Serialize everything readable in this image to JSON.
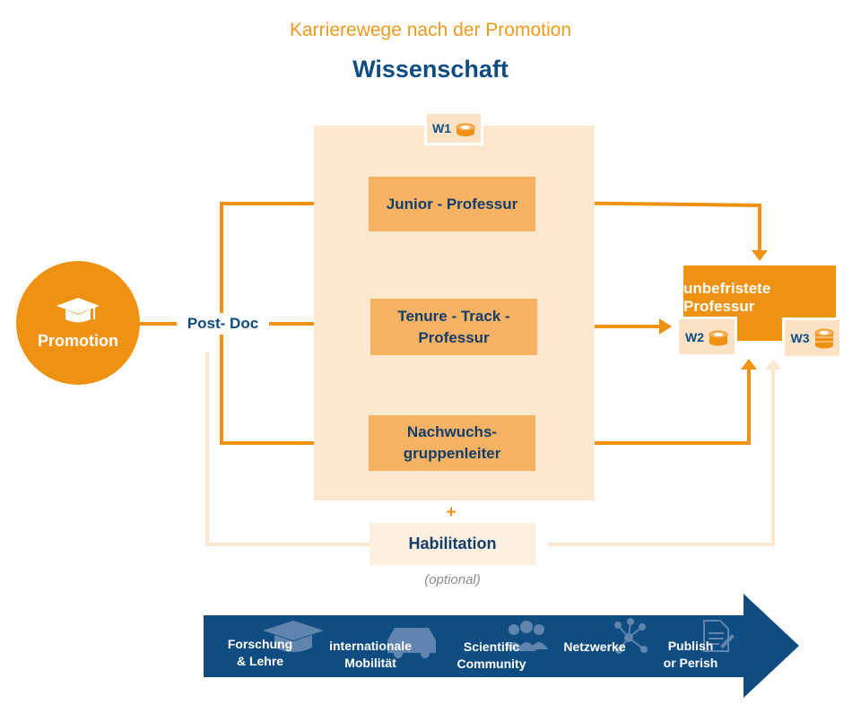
{
  "header": {
    "supertitle": "Karrierewege nach der Promotion",
    "title": "Wissenschaft"
  },
  "nodes": {
    "promotion": "Promotion",
    "postdoc": "Post- Doc",
    "junior_professur": "Junior - Professur",
    "tenure_track_line1": "Tenure - Track -",
    "tenure_track_line2": "Professur",
    "nachwuchs_line1": "Nachwuchs-",
    "nachwuchs_line2": "gruppenleiter",
    "unbefristet_line1": "unbefristete",
    "unbefristet_line2": "Professur",
    "plus": "+",
    "habilitation": "Habilitation",
    "optional": "(optional)"
  },
  "badges": {
    "w1": "W1",
    "w2": "W2",
    "w3": "W3"
  },
  "timeline": {
    "items": [
      {
        "line1": "Forschung",
        "line2": "& Lehre",
        "icon": "graduation-cap-icon"
      },
      {
        "line1": "internationale",
        "line2": "Mobilität",
        "icon": "car-icon"
      },
      {
        "line1": "Scientific",
        "line2": "Community",
        "icon": "people-icon"
      },
      {
        "line1": "",
        "line2": "Netzwerke",
        "icon": "network-icon"
      },
      {
        "line1": "Publish",
        "line2": "or Perish",
        "icon": "document-icon"
      }
    ]
  },
  "colors": {
    "orange": "#ef9214",
    "light_orange": "#f7b264",
    "panel": "#fce8cf",
    "pale": "#fdf0e1",
    "navy": "#0f4c81",
    "grey_text": "#8c8c8c"
  }
}
